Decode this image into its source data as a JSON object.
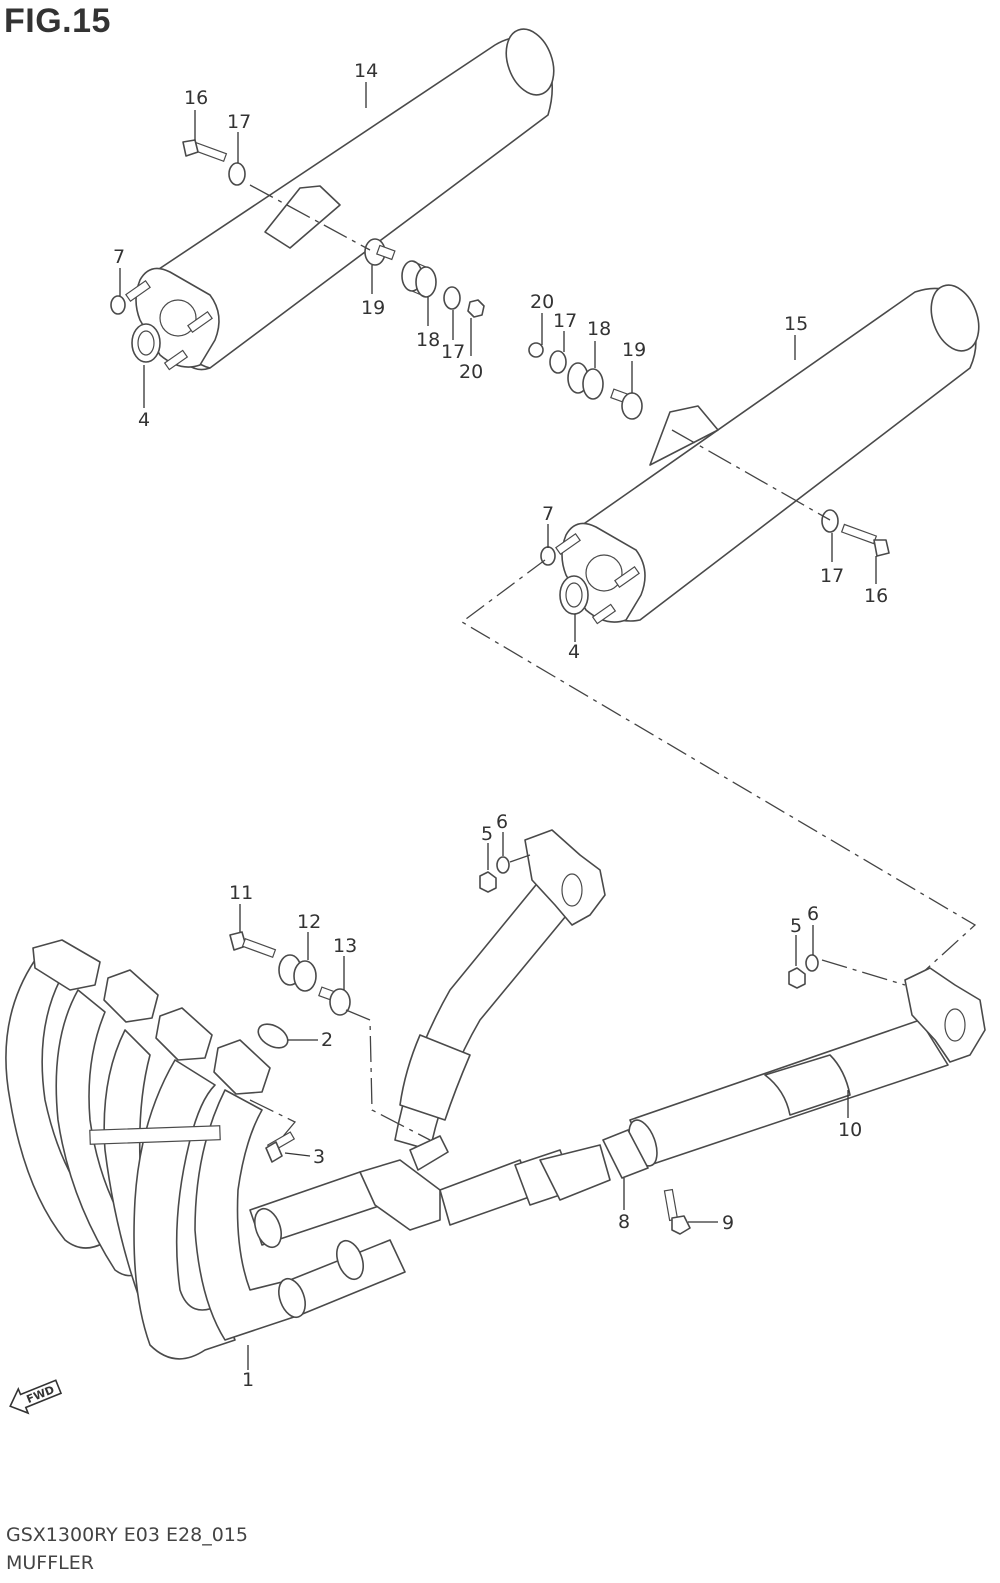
{
  "figure": {
    "title": "FIG.15",
    "code": "GSX1300RY E03 E28_015",
    "name": "MUFFLER",
    "fwd_label": "FWD"
  },
  "callouts": {
    "c1": "1",
    "c2": "2",
    "c3": "3",
    "c4a": "4",
    "c4b": "4",
    "c5a": "5",
    "c5b": "5",
    "c6a": "6",
    "c6b": "6",
    "c7a": "7",
    "c7b": "7",
    "c8": "8",
    "c9": "9",
    "c10": "10",
    "c11": "11",
    "c12": "12",
    "c13": "13",
    "c14": "14",
    "c15": "15",
    "c16a": "16",
    "c16b": "16",
    "c17a": "17",
    "c17b": "17",
    "c17c": "17",
    "c17d": "17",
    "c18a": "18",
    "c18b": "18",
    "c19a": "19",
    "c19b": "19",
    "c20a": "20",
    "c20b": "20"
  },
  "icons": {
    "fwd": "fwd-arrow-icon"
  }
}
